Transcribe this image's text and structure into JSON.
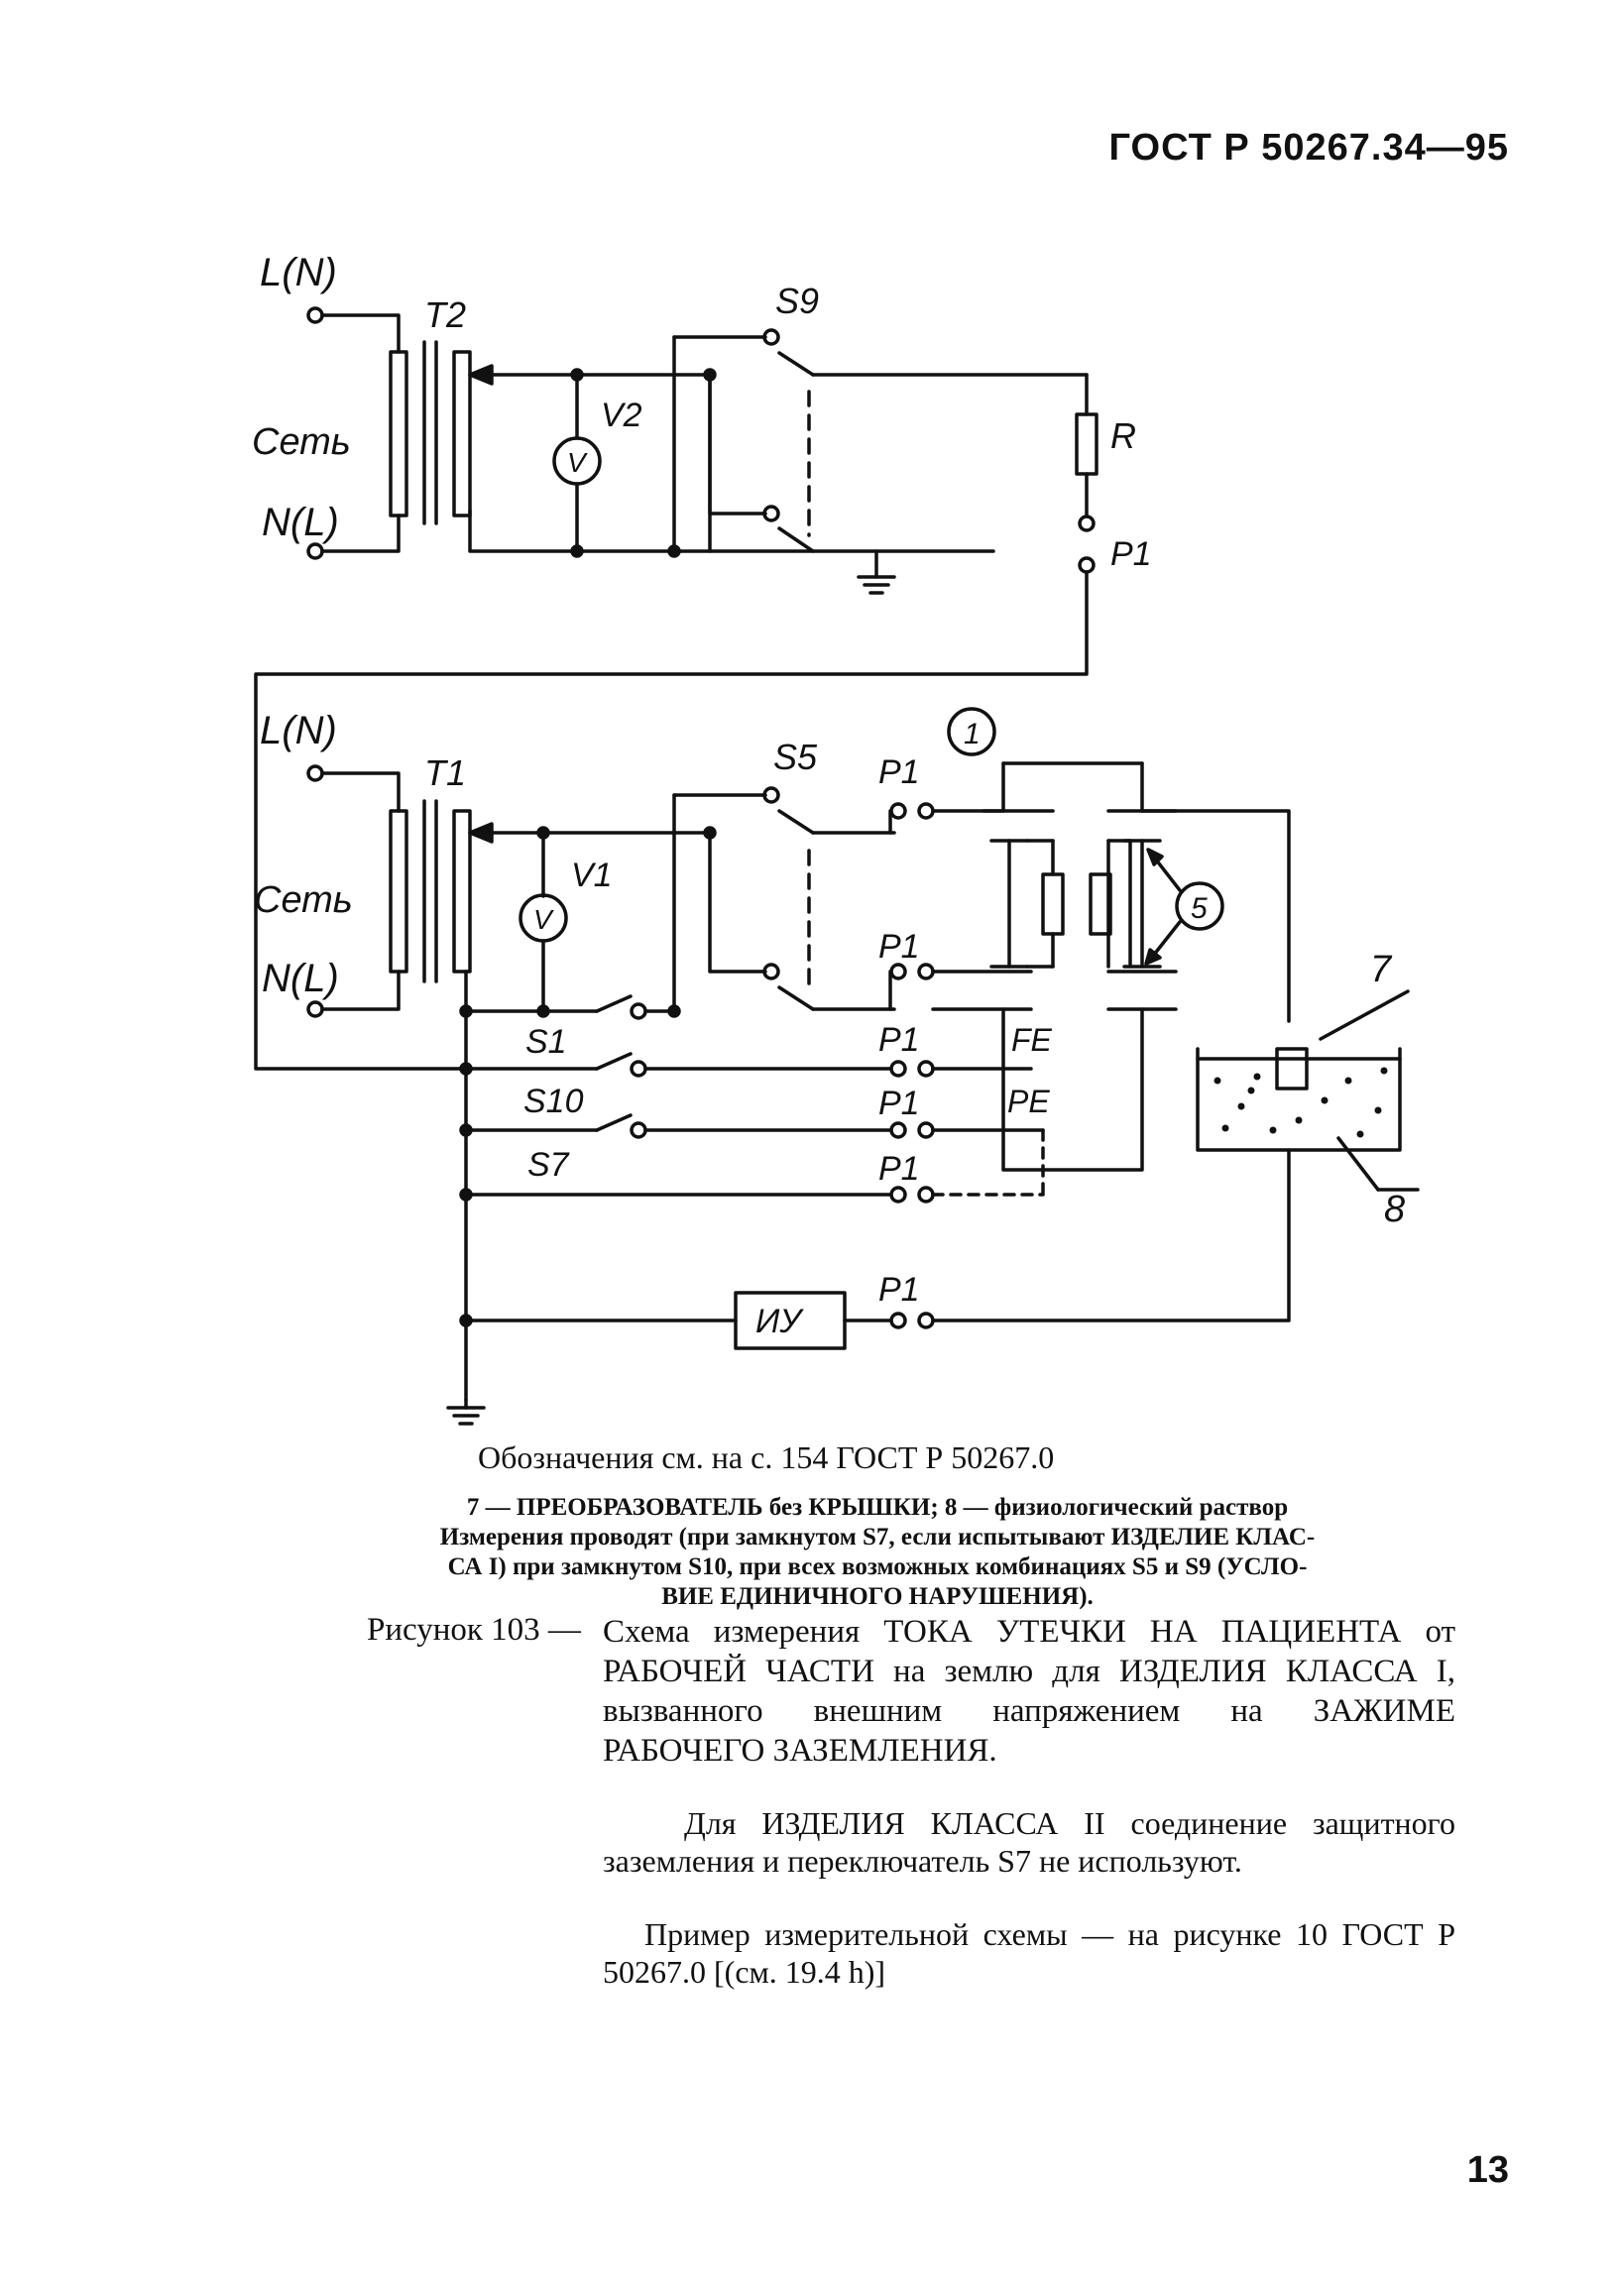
{
  "header": {
    "doc_code": "ГОСТ Р 50267.34—95"
  },
  "diagram": {
    "upper": {
      "mains_top": "L(N)",
      "mains_bottom": "N(L)",
      "mains_label": "Сеть",
      "transformer": "T2",
      "voltmeter": "V",
      "voltmeter_label": "V2",
      "switch": "S9",
      "resistor": "R",
      "contact": "P1"
    },
    "lower": {
      "mains_top": "L(N)",
      "mains_bottom": "N(L)",
      "mains_label": "Сеть",
      "transformer": "T1",
      "voltmeter": "V",
      "voltmeter_label": "V1",
      "switch_s5": "S5",
      "switch_s1": "S1",
      "switch_s10": "S10",
      "switch_s7": "S7",
      "contact": "P1",
      "fe": "FE",
      "pe": "PE",
      "marker_1": "1",
      "marker_5": "5",
      "marker_7": "7",
      "marker_8": "8",
      "meter": "ИУ"
    }
  },
  "captions": {
    "legend_ref": "Обозначения см. на с. 154 ГОСТ Р 50267.0",
    "notes_line1": "7 — ПРЕОБРАЗОВАТЕЛЬ без КРЫШКИ; 8 — физиологический раствор",
    "notes_line2": "Измерения проводят (при замкнутом S7, если испытывают ИЗДЕЛИЕ КЛАС-",
    "notes_line3": "СА I) при замкнутом S10, при всех возможных комбинациях S5 и S9 (УСЛО-",
    "notes_line4": "ВИЕ ЕДИНИЧНОГО НАРУШЕНИЯ).",
    "figure_label": "Рисунок 103 —",
    "figure_title": "Схема измерения ТОКА УТЕЧКИ НА ПАЦИЕНТА от РАБОЧЕЙ ЧАСТИ на землю для ИЗДЕЛИЯ КЛАССА I, вызванного внешним напряжением на ЗАЖИМЕ РАБОЧЕГО ЗАЗЕМЛЕНИЯ.",
    "class2_note": "Для ИЗДЕЛИЯ КЛАССА II соединение защитного заземления и переключатель S7 не используют.",
    "example_note": "Пример измерительной схемы — на рисунке 10 ГОСТ Р 50267.0 [(см. 19.4 h)]"
  },
  "page_number": "13"
}
